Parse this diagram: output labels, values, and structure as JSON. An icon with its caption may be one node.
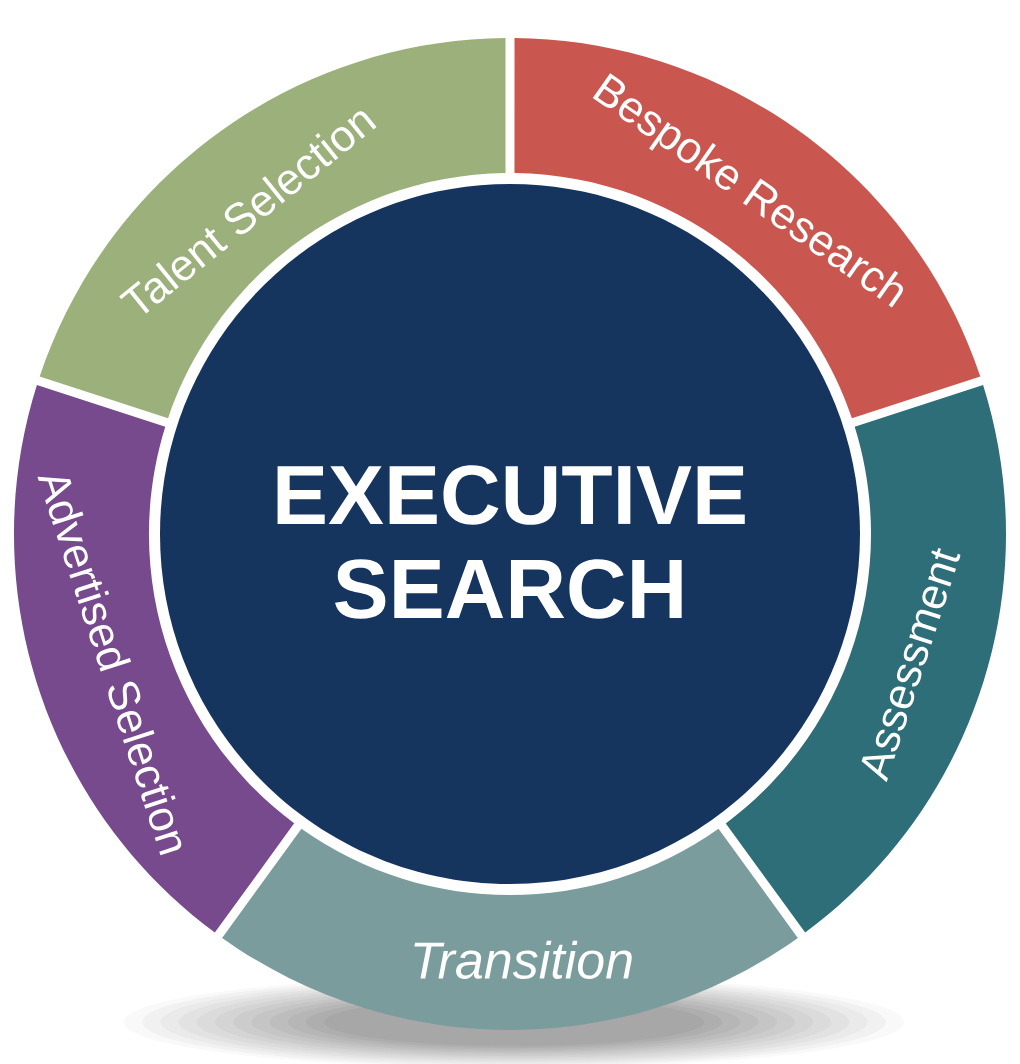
{
  "diagram": {
    "nodes": [
      {
        "text": [
          "EXECUTIVE SEARCH"
        ]
      },
      {
        "text": [
          "Talent Selection"
        ]
      },
      {
        "text": [
          "Bespoke Research"
        ]
      },
      {
        "text": [
          "Assessment"
        ]
      },
      {
        "text": [
          "Transition"
        ]
      },
      {
        "text": [
          "Advertised Selection"
        ]
      }
    ]
  }
}
